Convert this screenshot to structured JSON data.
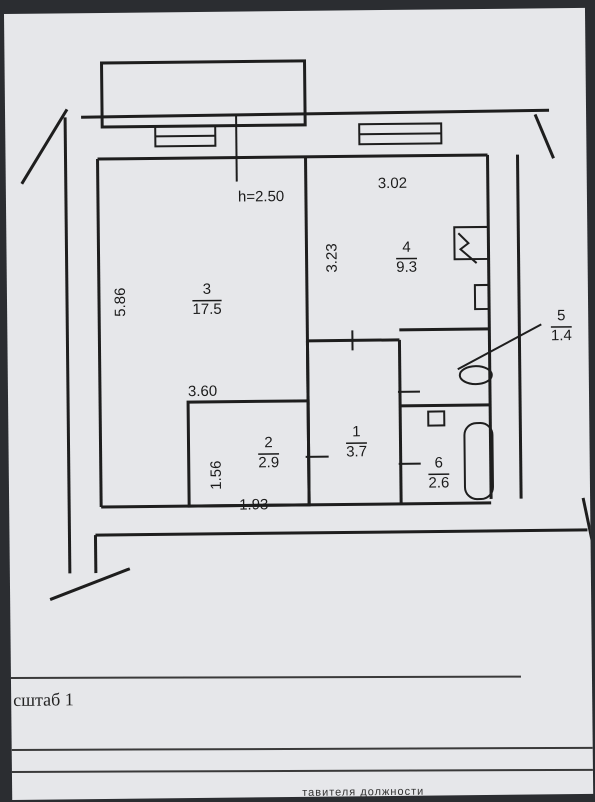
{
  "plan": {
    "ceiling_height": "h=2.50",
    "rooms": [
      {
        "id": "room-1",
        "number": "1",
        "area": "3.7"
      },
      {
        "id": "room-2",
        "number": "2",
        "area": "2.9"
      },
      {
        "id": "room-3",
        "number": "3",
        "area": "17.5"
      },
      {
        "id": "room-4",
        "number": "4",
        "area": "9.3"
      },
      {
        "id": "room-5",
        "number": "5",
        "area": "1.4"
      },
      {
        "id": "room-6",
        "number": "6",
        "area": "2.6"
      }
    ],
    "dimensions": {
      "room3_height": "5.86",
      "room3_width": "3.60",
      "room4_width": "3.02",
      "room4_height": "3.23",
      "room2_height": "1.56",
      "room2_width": "1.93"
    }
  },
  "footer": {
    "scale": "сштаб 1",
    "bottom_text": "тавителя должности"
  }
}
